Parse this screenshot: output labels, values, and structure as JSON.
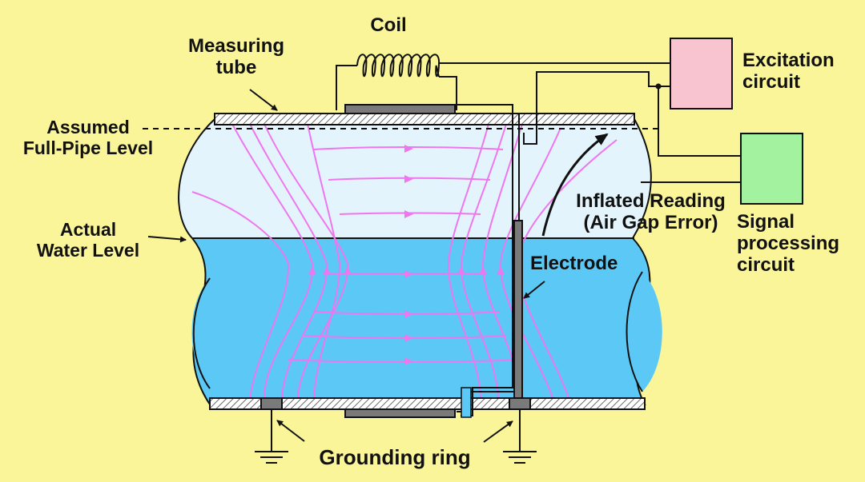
{
  "labels": {
    "coil": "Coil",
    "measuring_tube": [
      "Measuring",
      "tube"
    ],
    "assumed_level": [
      "Assumed",
      "Full-Pipe Level"
    ],
    "actual_level": [
      "Actual",
      "Water Level"
    ],
    "excitation": [
      "Excitation",
      "circuit"
    ],
    "signal": [
      "Signal",
      "processing",
      "circuit"
    ],
    "inflated": [
      "Inflated Reading",
      "(Air Gap Error)"
    ],
    "electrode": "Electrode",
    "grounding": "Grounding ring"
  },
  "colors": {
    "background": "#FBF59A",
    "air_fill": "#E3F4FC",
    "water_fill": "#5BC8F5",
    "field_lines": "#EE77EE",
    "excitation_box": "#F7C4CF",
    "signal_box": "#A3F2A0",
    "electrode": "#7A7A7A"
  }
}
